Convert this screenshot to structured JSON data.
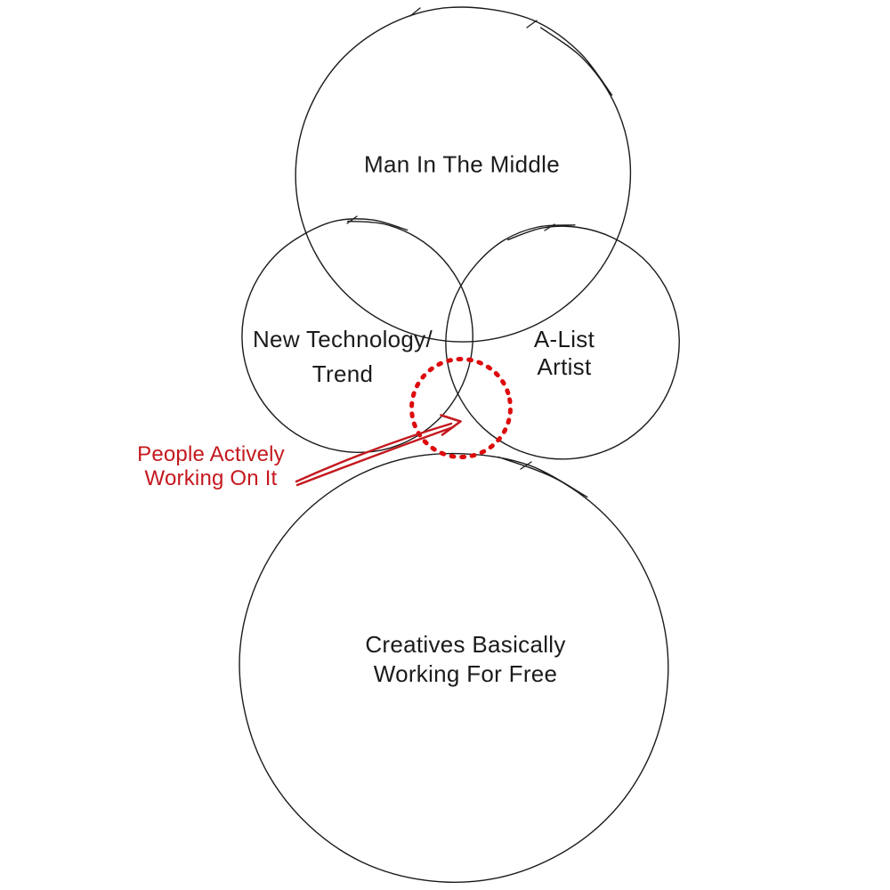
{
  "diagram": {
    "type": "venn-sketch",
    "background_color": "#ffffff",
    "outline_color": "#1b1b1b",
    "circles": [
      {
        "id": "man-in-the-middle",
        "label_lines": [
          "Man In The Middle"
        ]
      },
      {
        "id": "new-technology-trend",
        "label_lines": [
          "New Technology/",
          "Trend"
        ]
      },
      {
        "id": "a-list-artist",
        "label_lines": [
          "A-List",
          "Artist"
        ]
      },
      {
        "id": "creatives-working-for-free",
        "label_lines": [
          "Creatives Basically",
          "Working For Free"
        ]
      }
    ],
    "annotation": {
      "id": "people-actively-working-on-it",
      "label_lines": [
        "People Actively",
        "Working On It"
      ],
      "text_color": "#c4181e",
      "arrow_color": "#c4181e",
      "dashed_circle_color": "#dd0a0c"
    }
  }
}
